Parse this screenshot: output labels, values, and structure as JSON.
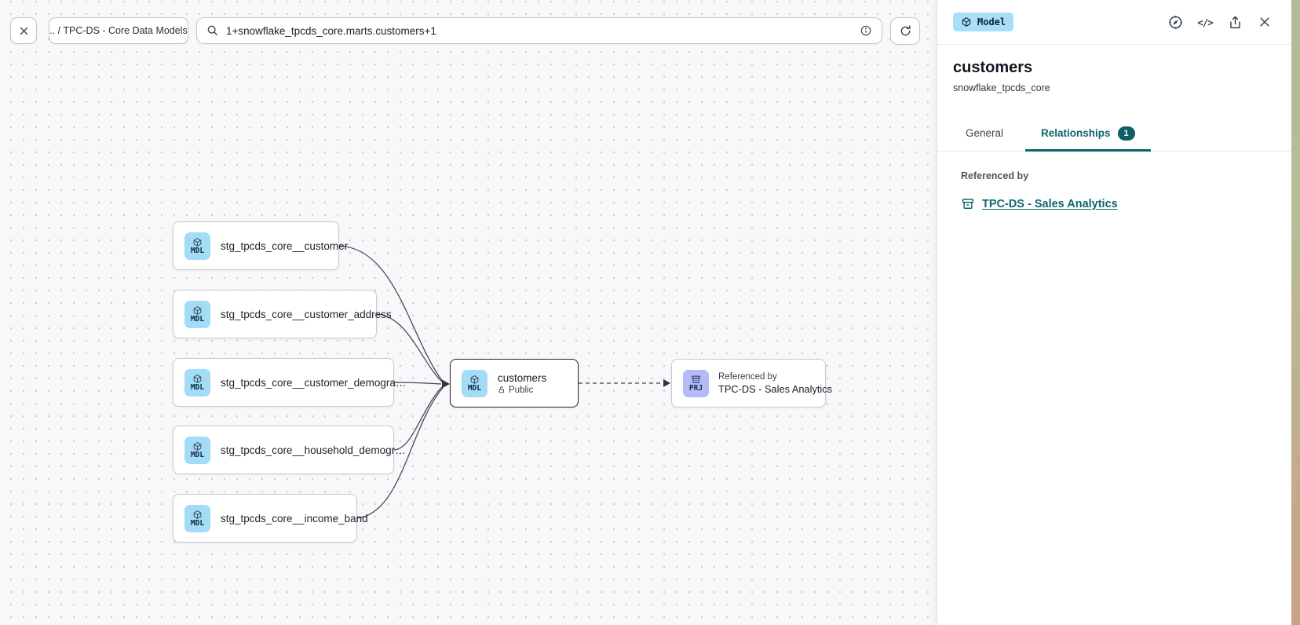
{
  "toolbar": {
    "breadcrumb": ".. / TPC-DS - Core Data Models",
    "search_value": "1+snowflake_tpcds_core.marts.customers+1"
  },
  "canvas": {
    "nodes": [
      {
        "badge": "MDL",
        "label": "stg_tpcds_core__customer"
      },
      {
        "badge": "MDL",
        "label": "stg_tpcds_core__customer_address"
      },
      {
        "badge": "MDL",
        "label": "stg_tpcds_core__customer_demogra…"
      },
      {
        "badge": "MDL",
        "label": "stg_tpcds_core__household_demogr…"
      },
      {
        "badge": "MDL",
        "label": "stg_tpcds_core__income_band"
      }
    ],
    "selected_node": {
      "badge": "MDL",
      "title": "customers",
      "visibility": "Public"
    },
    "referenced_node": {
      "badge": "PRJ",
      "caption": "Referenced by",
      "label": "TPC-DS - Sales Analytics"
    }
  },
  "panel": {
    "type_badge": "Model",
    "title": "customers",
    "subtitle": "snowflake_tpcds_core",
    "tabs": {
      "general": "General",
      "relationships": "Relationships",
      "relationships_count": "1"
    },
    "section_title": "Referenced by",
    "reference_link": "TPC-DS - Sales Analytics",
    "code_icon_glyph": "</>"
  },
  "colors": {
    "accent_teal": "#0e656d",
    "model_badge_blue": "#a8def8",
    "project_badge_purple": "#b3baf6",
    "canvas_bg": "#f8f8fa",
    "selected_node_border": "#23272f"
  }
}
